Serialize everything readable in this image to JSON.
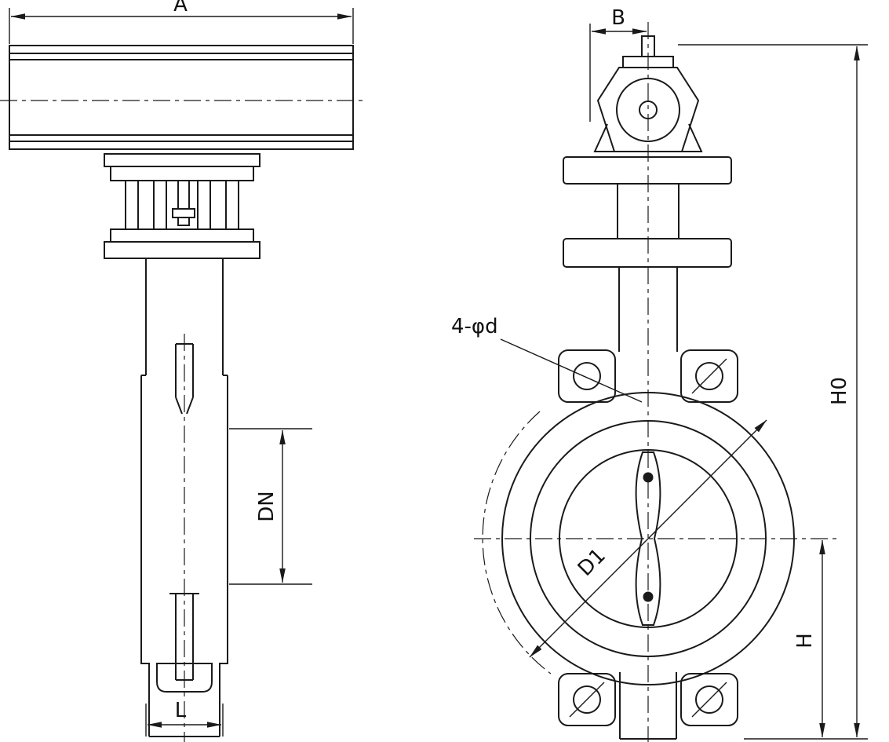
{
  "drawing": {
    "background_color": "#ffffff",
    "line_color": "#1a1a1a"
  },
  "labels": {
    "a": "A",
    "b": "B",
    "dn": "DN",
    "l": "L",
    "bolt_holes": "4-φd",
    "d1": "D1",
    "h0": "H0",
    "h": "H"
  }
}
